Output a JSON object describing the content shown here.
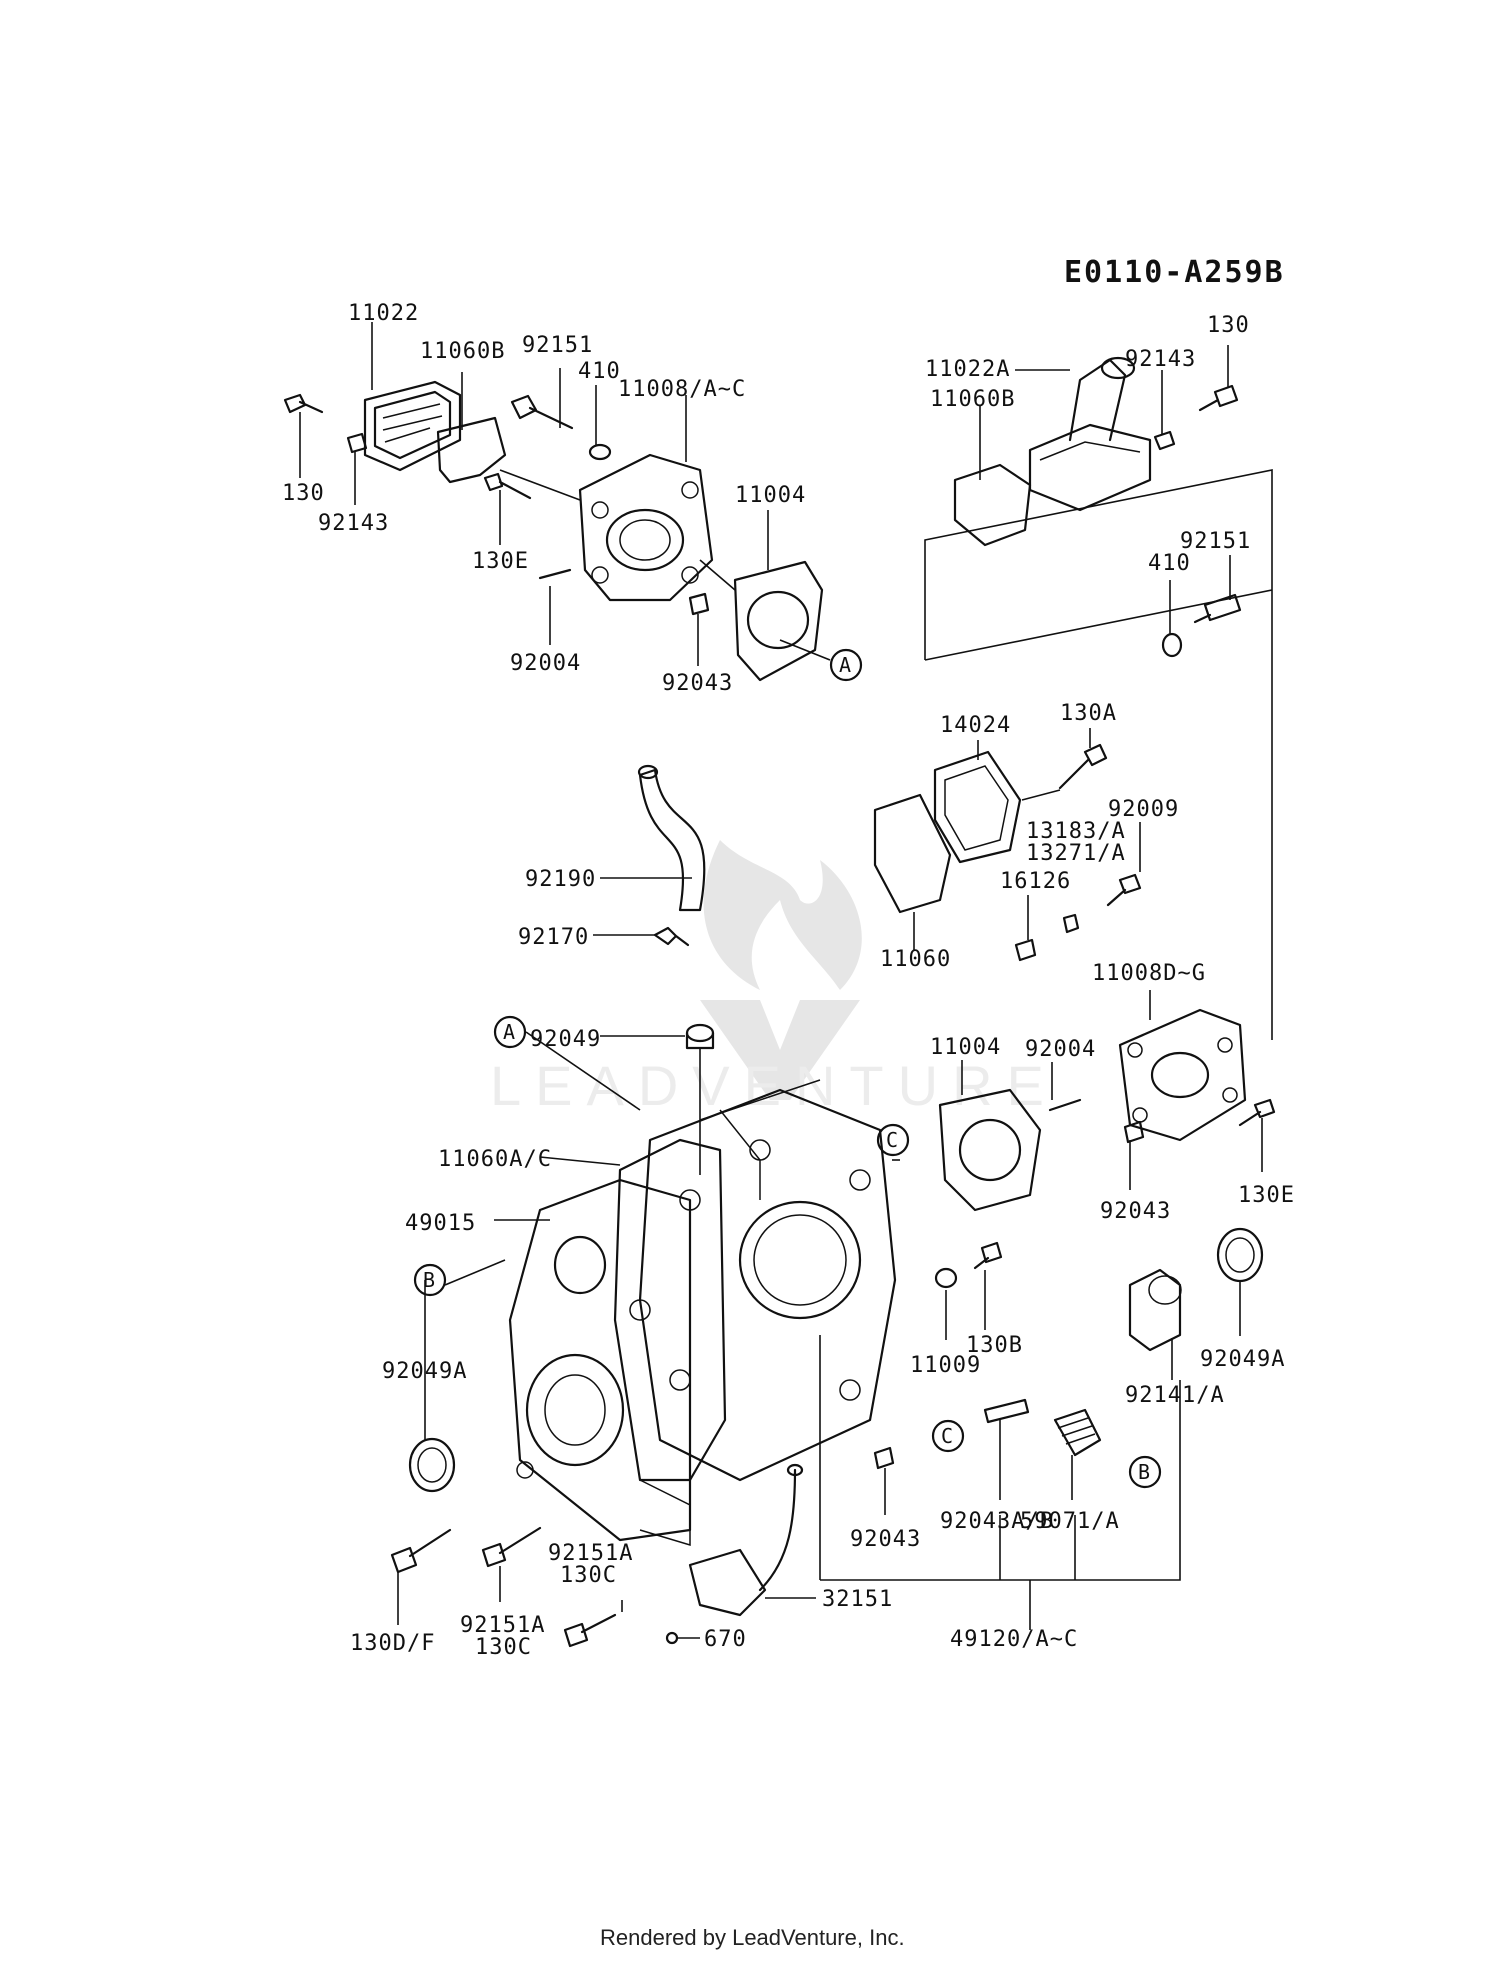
{
  "diagram_code": "E0110-A259B",
  "footer": "Rendered by LeadVenture, Inc.",
  "watermark": "LEADVENTURE",
  "callouts": {
    "A": "A",
    "B": "B",
    "C": "C"
  },
  "labels": {
    "p11022": "11022",
    "p11060B_left": "11060B",
    "p92151_top": "92151",
    "p410_top": "410",
    "p11008": "11008/A~C",
    "p130_left": "130",
    "p92143_left": "92143",
    "p130E_top": "130E",
    "p11004_top": "11004",
    "p92004_top": "92004",
    "p92043_top": "92043",
    "p11022A": "11022A",
    "p11060B_right": "11060B",
    "p92143_right": "92143",
    "p130_right": "130",
    "p92151_right": "92151",
    "p410_right": "410",
    "p14024": "14024",
    "p130A": "130A",
    "p13183": "13183/A",
    "p13271": "13271/A",
    "p92009": "92009",
    "p16126": "16126",
    "p92190": "92190",
    "p92170": "92170",
    "p11060": "11060",
    "p11008D": "11008D~G",
    "p92049": "92049",
    "p11004_mid": "11004",
    "p92004_mid": "92004",
    "p11060AC": "11060A/C",
    "p49015": "49015",
    "p130E_right": "130E",
    "p92043_mid": "92043",
    "p92049A_right": "92049A",
    "p130B": "130B",
    "p11009": "11009",
    "p92141": "92141/A",
    "p92049A_left": "92049A",
    "p92043AB": "92043A/B",
    "p59071": "59071/A",
    "p92043_bottom": "92043",
    "p92151A_a": "92151A",
    "p130C_a": "130C",
    "p32151": "32151",
    "p130DF": "130D/F",
    "p92151A_b": "92151A",
    "p130C_b": "130C",
    "p670": "670",
    "p49120": "49120/A~C"
  }
}
